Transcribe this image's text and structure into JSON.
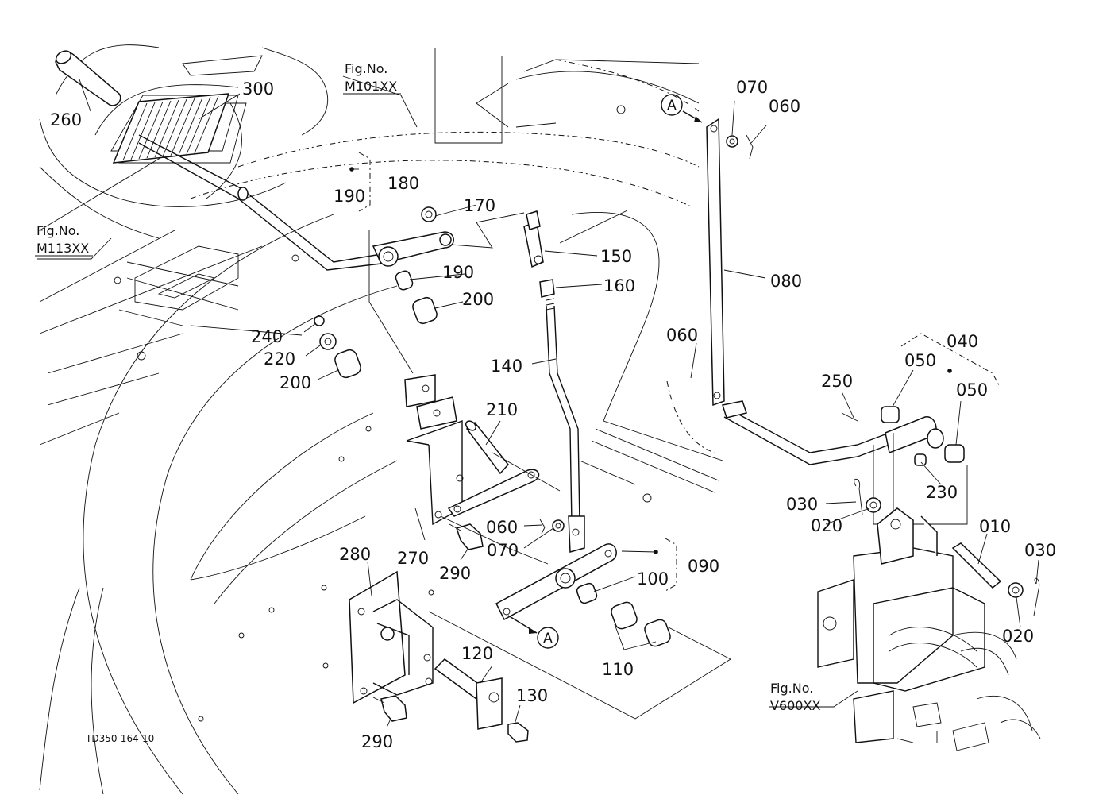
{
  "diagram_code": "TD350-164-10",
  "fig_refs": [
    {
      "id": "m101",
      "label": "Fig.No.",
      "number": "M101XX"
    },
    {
      "id": "m113",
      "label": "Fig.No.",
      "number": "M113XX"
    },
    {
      "id": "v600",
      "label": "Fig.No.",
      "number": "V600XX"
    }
  ],
  "reference_marker": "A",
  "parts": {
    "p260": "260",
    "p300": "300",
    "p190a": "190",
    "p180": "180",
    "p170": "170",
    "p190b": "190",
    "p150": "150",
    "p160": "160",
    "p200a": "200",
    "p240": "240",
    "p220": "220",
    "p200b": "200",
    "p140": "140",
    "p210": "210",
    "p060a": "060",
    "p070a": "070",
    "p270": "270",
    "p290a": "290",
    "p280": "280",
    "p090": "090",
    "p100": "100",
    "p110": "110",
    "p120": "120",
    "p130": "130",
    "p290b": "290",
    "p070b": "070",
    "p060b": "060",
    "p080": "080",
    "p060c": "060",
    "p040": "040",
    "p050a": "050",
    "p050b": "050",
    "p250": "250",
    "p230": "230",
    "p030a": "030",
    "p020a": "020",
    "p010": "010",
    "p030b": "030",
    "p020b": "020"
  }
}
